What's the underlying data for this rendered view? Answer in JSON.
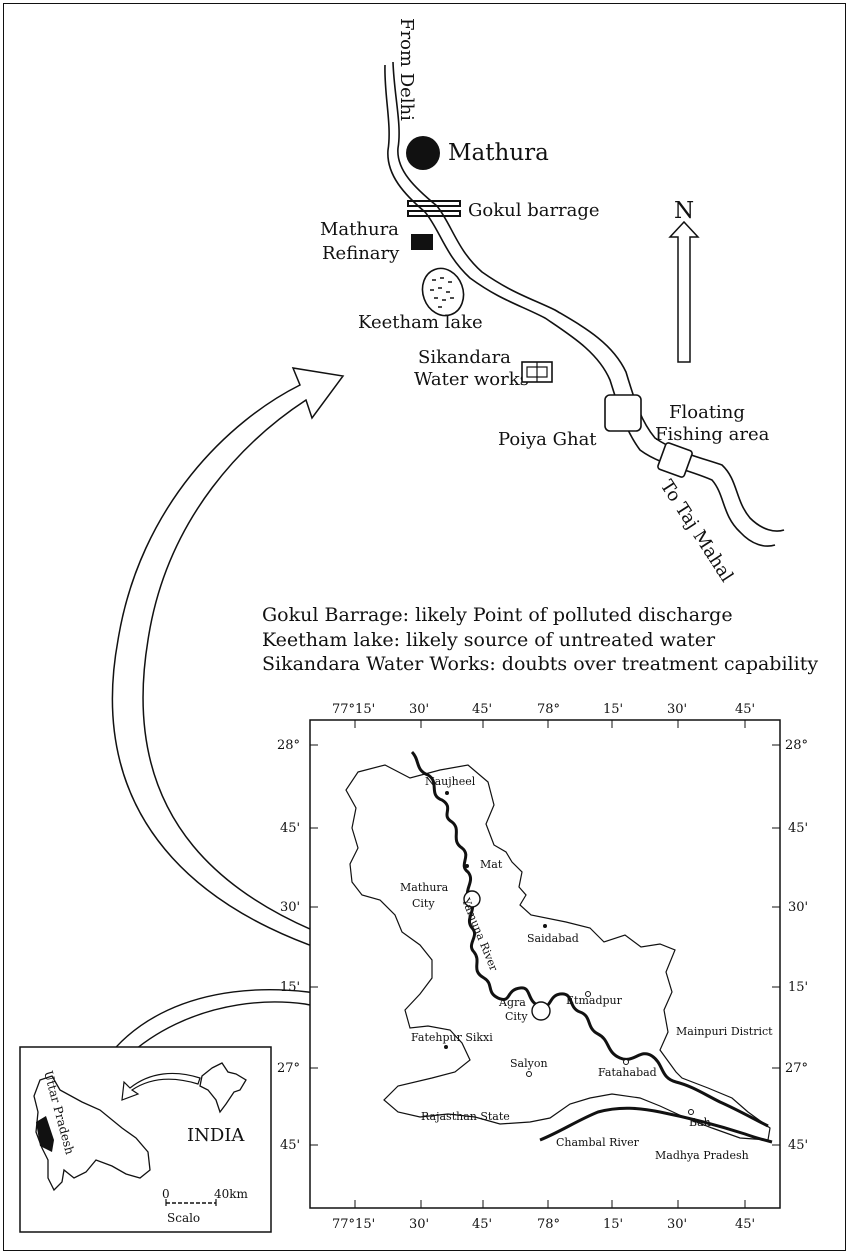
{
  "upper_map": {
    "river_in_label": "From Delhi",
    "city": "Mathura",
    "barrage": "Gokul barrage",
    "refinery_line1": "Mathura",
    "refinery_line2": "Refinary",
    "lake": "Keetham lake",
    "waterworks_line1": "Sikandara",
    "waterworks_line2": "Water works",
    "ghat": "Poiya Ghat",
    "fishing_line1": "Floating",
    "fishing_line2": "Fishing area",
    "river_out_label": "To Taj Mahal",
    "north": "N"
  },
  "notes": [
    "Gokul Barrage: likely Point of polluted discharge",
    "Keetham lake: likely source of untreated water",
    "Sikandara Water Works: doubts over treatment capability"
  ],
  "district_map": {
    "top_ticks": [
      "77°15'",
      "30'",
      "45'",
      "78°",
      "15'",
      "30'",
      "45'"
    ],
    "bottom_ticks": [
      "77°15'",
      "30'",
      "45'",
      "78°",
      "15'",
      "30'",
      "45'"
    ],
    "left_ticks": [
      "28°",
      "45'",
      "30'",
      "15'",
      "27°",
      "45'"
    ],
    "right_ticks": [
      "28°",
      "45'",
      "30'",
      "15'",
      "27°",
      "45'"
    ],
    "places": {
      "naujheel": "Naujheel",
      "mat": "Mat",
      "mathura_city_1": "Mathura",
      "mathura_city_2": "City",
      "saidabad": "Saidabad",
      "yamuna": "Yamuna River",
      "agra_1": "Agra",
      "agra_2": "City",
      "etmadpur": "Etmadpur",
      "fatehpur": "Fatehpur  Sikxi",
      "mainpuri": "Mainpuri District",
      "salyon": "Salyon",
      "fatahabad": "Fatahabad",
      "rajasthan": "Rajasthan State",
      "bah": "Bah",
      "chambal": "Chambal River",
      "madhya": "Madhya Pradesh"
    }
  },
  "inset_map": {
    "state": "Uttar Pradesh",
    "country": "INDIA",
    "scale_zero": "0",
    "scale_end": "40km",
    "scale_label": "Scalo"
  }
}
